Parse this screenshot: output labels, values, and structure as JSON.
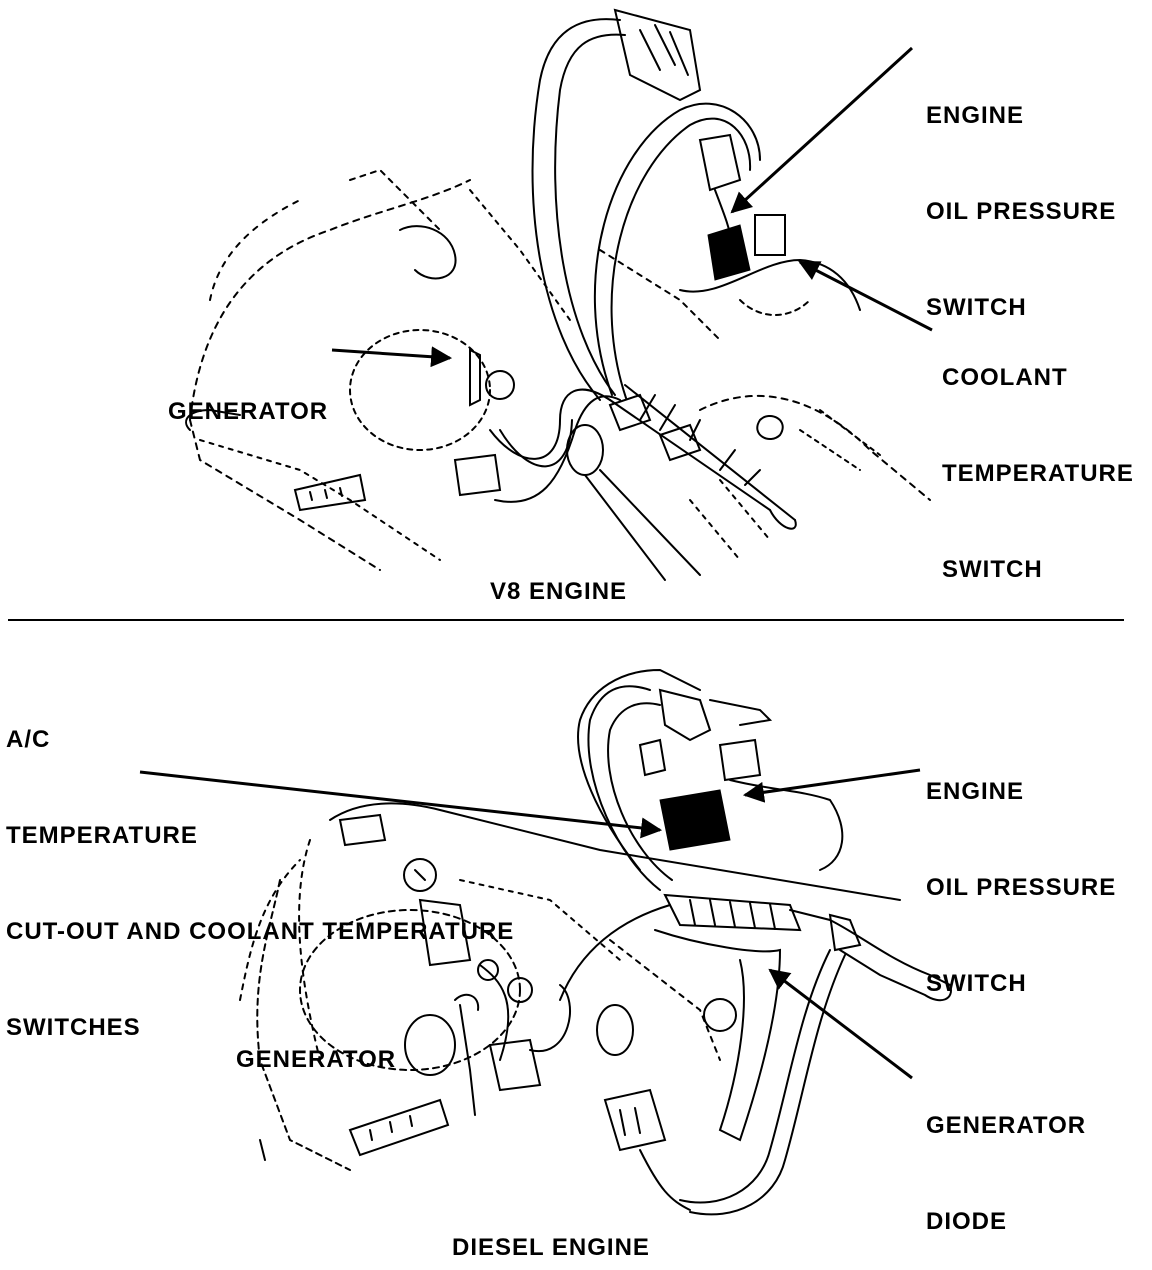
{
  "v8": {
    "caption": "V8 ENGINE",
    "labels": {
      "oil_pressure_switch": [
        "ENGINE",
        "OIL PRESSURE",
        "SWITCH"
      ],
      "coolant_temperature_switch": [
        "COOLANT",
        "TEMPERATURE",
        "SWITCH"
      ],
      "generator": "GENERATOR"
    }
  },
  "diesel": {
    "caption": "DIESEL ENGINE",
    "labels": {
      "ac_cutout_switches": [
        "A/C",
        "TEMPERATURE",
        "CUT-OUT AND COOLANT TEMPERATURE",
        "SWITCHES"
      ],
      "oil_pressure_switch": [
        "ENGINE",
        "OIL PRESSURE",
        "SWITCH"
      ],
      "generator": "GENERATOR",
      "generator_diode": [
        "GENERATOR",
        "DIODE"
      ]
    }
  }
}
